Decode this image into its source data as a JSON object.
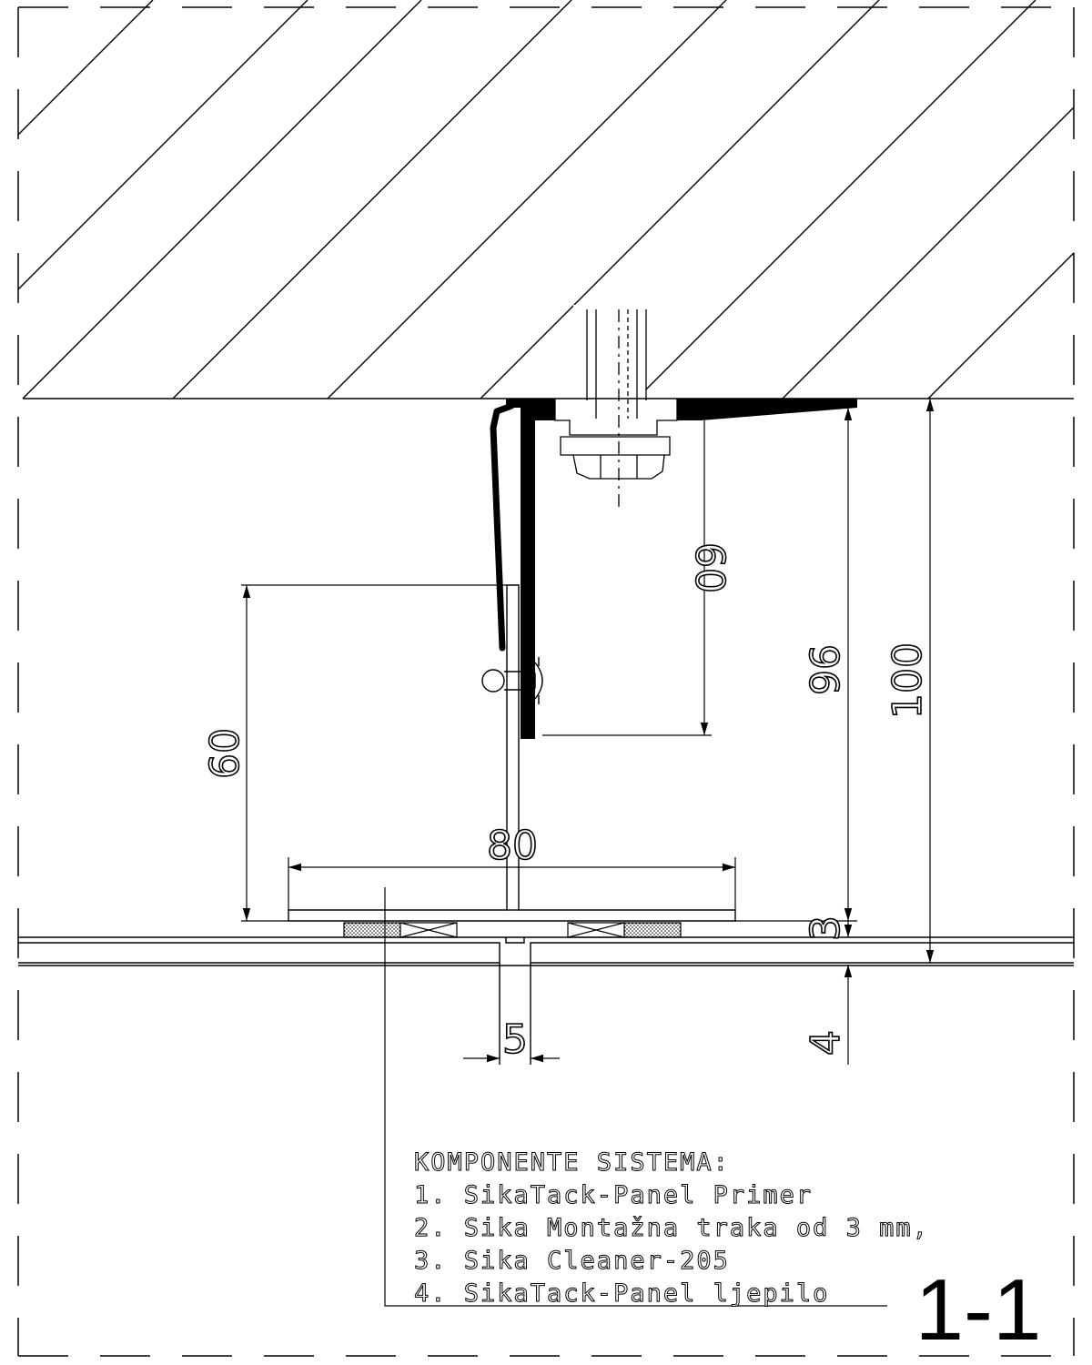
{
  "dimensions": {
    "bracket_height": "60",
    "base_height": "60",
    "clear_height": "96",
    "total_height": "100",
    "base_width": "80",
    "tape_thickness": "3",
    "panel_thickness": "4",
    "joint_gap": "5"
  },
  "legend": {
    "heading": "KOMPONENTE SISTEMA:",
    "items": [
      "1. SikaTack-Panel Primer",
      "2. Sika Montažna traka od 3 mm,",
      "3. Sika Cleaner-205",
      "4. SikaTack-Panel ljepilo"
    ]
  },
  "section_label": "1-1"
}
